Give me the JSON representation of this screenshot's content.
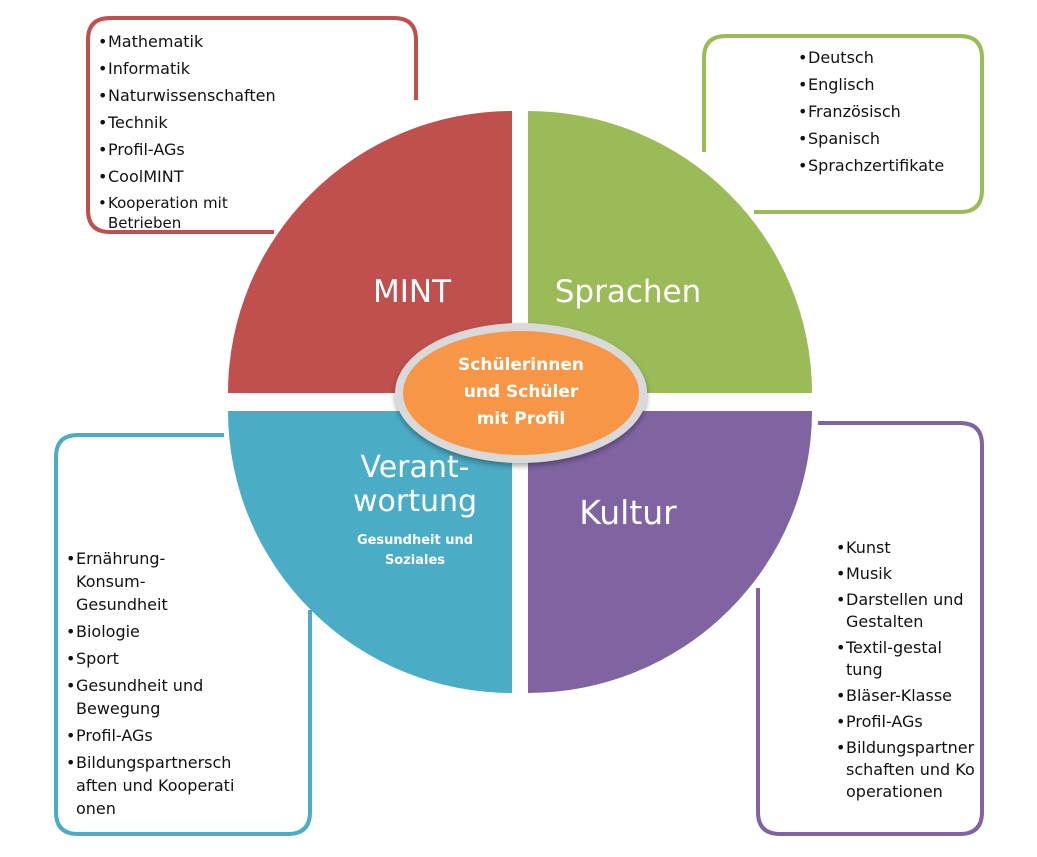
{
  "center": {
    "label": "Schülerinnen\nund Schüler\nmit Profil"
  },
  "quadrants": {
    "mint": {
      "title": "MINT",
      "color": "#c0504d",
      "items": [
        "Mathematik",
        "Informatik",
        "Naturwissenschaften",
        "Technik",
        "Profil-AGs",
        "CoolMINT",
        "Kooperation mit Betrieben"
      ]
    },
    "sprachen": {
      "title": "Sprachen",
      "color": "#9bbb59",
      "items": [
        "Deutsch",
        "Englisch",
        "Französisch",
        "Spanisch",
        "Sprachzertifikate"
      ]
    },
    "verantwortung": {
      "title_line1": "Verant-",
      "title_line2": "wortung",
      "subtitle_line1": "Gesundheit und",
      "subtitle_line2": "Soziales",
      "color": "#4bacc6",
      "items": [
        "Ernährung-Konsum-Gesundheit",
        "Biologie",
        "Sport",
        "Gesundheit und Bewegung",
        "Profil-AGs",
        "Bildungspartnerschaften und Kooperationen"
      ]
    },
    "kultur": {
      "title": "Kultur",
      "color": "#8064a2",
      "items": [
        "Kunst",
        "Musik",
        "Darstellen und Gestalten",
        "Textil-gestaltung",
        "Bläser-Klasse",
        "Profil-AGs",
        "Bildungspartnerschaften und Kooperationen"
      ]
    }
  },
  "center_color": "#f79646"
}
